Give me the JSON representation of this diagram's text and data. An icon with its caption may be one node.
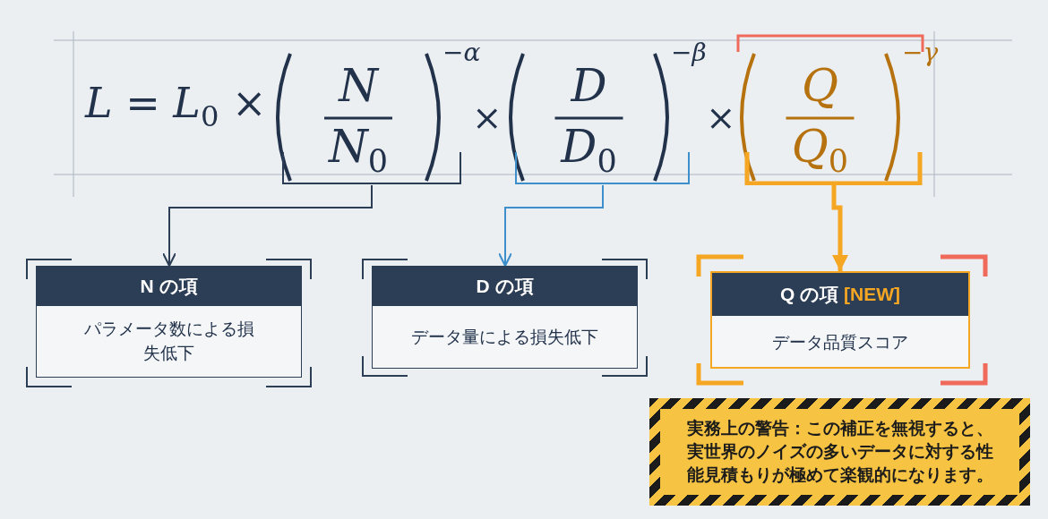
{
  "diagram": {
    "nodes": [
      {
        "text": [
          "N",
          "N$_{0}$",
          "−α"
        ]
      },
      {
        "text": [
          "D",
          "D$_{0}$",
          "−β"
        ]
      },
      {
        "text": [
          "Q",
          "Q$_{0}$",
          "−γ"
        ]
      },
      {
        "text": [
          "N の項",
          "パラメータ数による損失低下"
        ]
      },
      {
        "text": [
          "D の項",
          "データ量による損失低下"
        ]
      },
      {
        "text": [
          "Q の項",
          "[NEW]",
          "データ品質スコア"
        ]
      },
      {
        "text": [
          "実務上の警告：この補正を無視すると、実世界のノイズの多いデータに対する性能見積もりが極めて楽観的になります。"
        ]
      }
    ],
    "edges": [
      {
        "from": 0,
        "to": 3,
        "arrow": "to"
      },
      {
        "from": 1,
        "to": 4,
        "arrow": "to",
        "color": "#3d8fcc"
      },
      {
        "from": 2,
        "to": 5,
        "arrow": "to",
        "style": "thick",
        "color": "#f5a623"
      }
    ],
    "labels": [
      "L = L$_{0}$ ×",
      "×",
      "×"
    ]
  }
}
